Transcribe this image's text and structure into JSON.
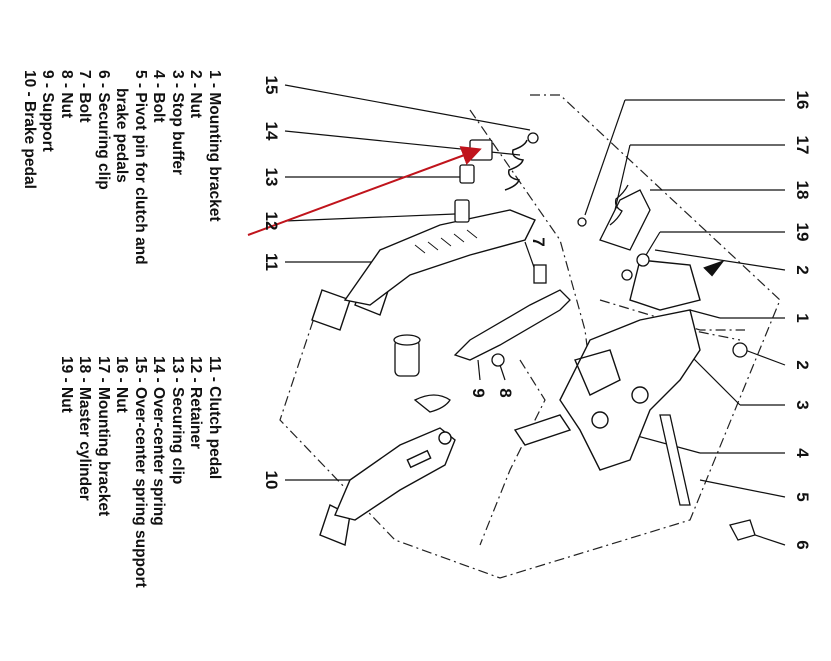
{
  "legend_left": [
    "1 - Mounting bracket",
    "2 - Nut",
    "3 - Stop buffer",
    "4 - Bolt",
    "5 - Pivot pin for clutch and",
    "brake pedals",
    "6 - Securing clip",
    "7 - Bolt",
    "8 - Nut",
    "9 - Support",
    "10 - Brake pedal"
  ],
  "legend_right": [
    "11 - Clutch pedal",
    "12 - Retainer",
    "13 - Securing clip",
    "14 - Over-center spring",
    "15 - Over-center spring support",
    "16 - Nut",
    "17 - Mounting bracket",
    "18 - Master cylinder",
    "19 - Nut"
  ],
  "callouts": {
    "c1": "1",
    "c2a": "2",
    "c2b": "2",
    "c3": "3",
    "c4": "4",
    "c5": "5",
    "c6": "6",
    "c7": "7",
    "c8": "8",
    "c9": "9",
    "c10": "10",
    "c11": "11",
    "c12": "12",
    "c13": "13",
    "c14": "14",
    "c15": "15",
    "c16": "16",
    "c17": "17",
    "c18": "18",
    "c19": "19"
  },
  "colors": {
    "ink": "#111111",
    "highlight_arrow": "#c0141c"
  }
}
